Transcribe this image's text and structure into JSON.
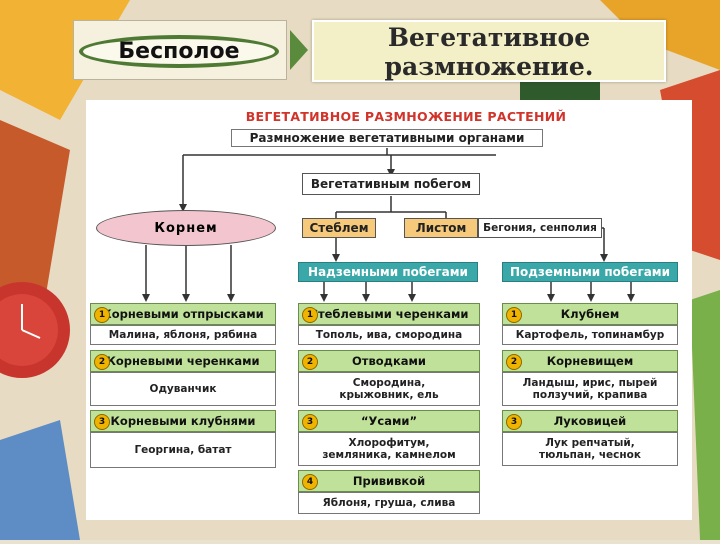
{
  "top": {
    "left_pill": "Бесполое",
    "title_line1": "Вегетативное",
    "title_line2": "размножение."
  },
  "diagram": {
    "heading": "ВЕГЕТАТИВНОЕ РАЗМНОЖЕНИЕ РАСТЕНИЙ",
    "subheading": "Размножение вегетативными органами",
    "shoot": "Вегетативным побегом",
    "root": "Корнем",
    "stem": "Стеблем",
    "leaf": "Листом",
    "leaf_examples": "Бегония, сенполия",
    "above": "Надземными побегами",
    "under": "Подземными побегами",
    "root_items": [
      {
        "num": "1",
        "label": "Корневыми отпрысками",
        "examples": "Малина, яблоня, рябина"
      },
      {
        "num": "2",
        "label": "Корневыми черенками",
        "examples": "Одуванчик"
      },
      {
        "num": "3",
        "label": "Корневыми клубнями",
        "examples": "Георгина, батат"
      }
    ],
    "above_items": [
      {
        "num": "1",
        "label": "Стеблевыми черенками",
        "examples": "Тополь, ива, смородина"
      },
      {
        "num": "2",
        "label": "Отводками",
        "examples": "Смородина, крыжовник, ель"
      },
      {
        "num": "3",
        "label": "“Усами”",
        "examples": "Хлорофитум, земляника, камнелом"
      },
      {
        "num": "4",
        "label": "Прививкой",
        "examples": "Яблоня, груша, слива"
      }
    ],
    "under_items": [
      {
        "num": "1",
        "label": "Клубнем",
        "examples": "Картофель, топинамбур"
      },
      {
        "num": "2",
        "label": "Корневищем",
        "examples": "Ландыш, ирис, пырей ползучий, крапива"
      },
      {
        "num": "3",
        "label": "Луковицей",
        "examples": "Лук репчатый, тюльпан, чеснок"
      }
    ]
  },
  "colors": {
    "green_box": "#bfe19a",
    "teal_header": "#3aa7a8",
    "orange_box": "#f7c97a",
    "root_oval": "#f3c6cf",
    "heading_red": "#d1342a"
  }
}
